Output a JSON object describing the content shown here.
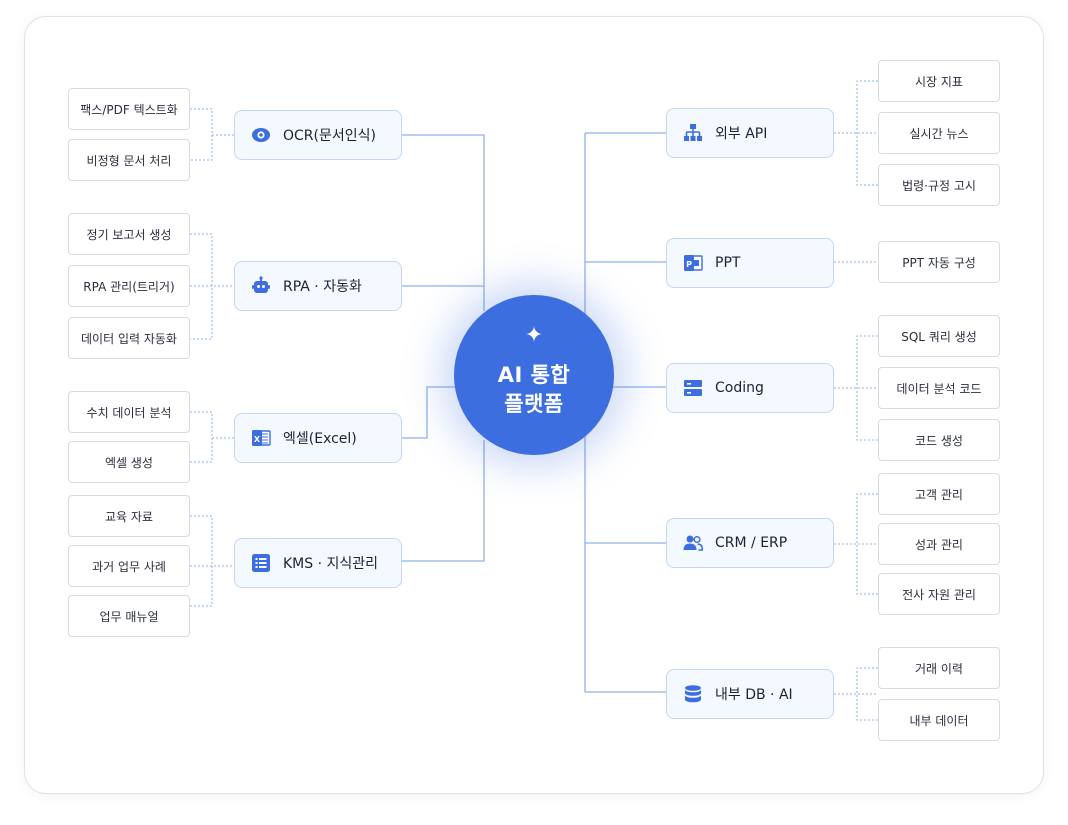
{
  "hub": {
    "spark": "✦",
    "line1": "AI 통합",
    "line2": "플랫폼"
  },
  "left": [
    {
      "label": "OCR(문서인식)",
      "icon": "eye-icon",
      "children": [
        "팩스/PDF 텍스트화",
        "비정형 문서 처리"
      ]
    },
    {
      "label": "RPA · 자동화",
      "icon": "robot-icon",
      "children": [
        "정기 보고서 생성",
        "RPA 관리(트리거)",
        "데이터 입력 자동화"
      ]
    },
    {
      "label": "엑셀(Excel)",
      "icon": "excel-icon",
      "children": [
        "수치 데이터 분석",
        "엑셀 생성"
      ]
    },
    {
      "label": "KMS · 지식관리",
      "icon": "list-icon",
      "children": [
        "교육 자료",
        "과거 업무 사례",
        "업무 매뉴얼"
      ]
    }
  ],
  "right": [
    {
      "label": "외부 API",
      "icon": "sitemap-icon",
      "children": [
        "시장 지표",
        "실시간 뉴스",
        "법령·규정 고시"
      ]
    },
    {
      "label": "PPT",
      "icon": "powerpoint-icon",
      "children": [
        "PPT 자동 구성"
      ]
    },
    {
      "label": "Coding",
      "icon": "server-icon",
      "children": [
        "SQL 쿼리 생성",
        "데이터 분석 코드",
        "코드 생성"
      ]
    },
    {
      "label": "CRM / ERP",
      "icon": "users-icon",
      "children": [
        "고객 관리",
        "성과 관리",
        "전사 자원 관리"
      ]
    },
    {
      "label": "내부 DB · AI",
      "icon": "database-icon",
      "children": [
        "거래 이력",
        "내부 데이터"
      ]
    }
  ],
  "colors": {
    "accent": "#3d6ee0",
    "line": "#8fb0ee",
    "node_bg": "#f4f8ff",
    "node_border": "#c6d6f3"
  }
}
